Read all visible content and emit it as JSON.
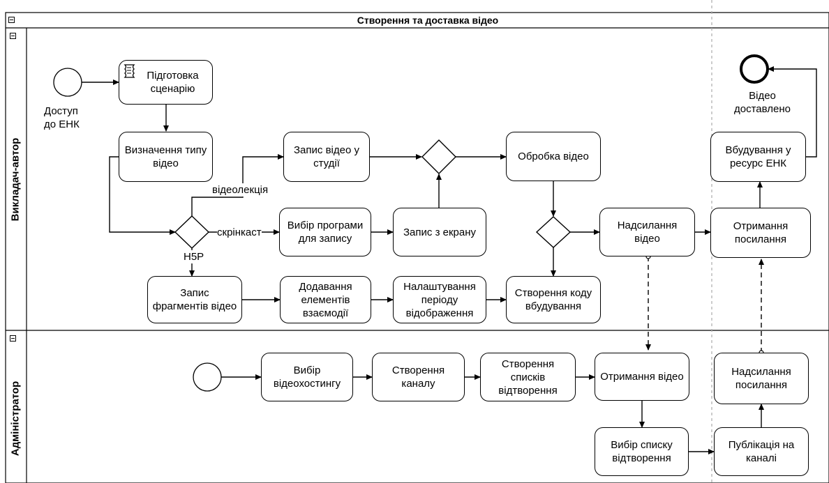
{
  "pool": {
    "title": "Створення та доставка відео",
    "lanes": [
      "Викладач-автор",
      "Адміністратор"
    ]
  },
  "events": {
    "start_teacher": "Доступ\nдо ЕНК",
    "end": "Відео\nдоставлено"
  },
  "tasks": {
    "prepare_script": "Підготовка\nсценарію",
    "define_type": "Визначення типу\nвідео",
    "record_studio": "Запис відео у\nстудії",
    "process_video": "Обробка відео",
    "embed_resource": "Вбудування у\nресурс ЕНК",
    "choose_program": "Вибір програми\nдля запису",
    "record_screen": "Запис з екрану",
    "send_video": "Надсилання\nвідео",
    "get_link": "Отримання\nпосилання",
    "record_fragments": "Запис\nфрагментів відео",
    "add_elements": "Додавання\nелементів\nвзаємодії",
    "display_period": "Налаштування\nперіоду\nвідображення",
    "embed_code": "Створення коду\nвбудування",
    "choose_hosting": "Вибір\nвідеохостингу",
    "create_channel": "Створення\nканалу",
    "create_playlists": "Створення\nсписків\nвідтворення",
    "receive_video": "Отримання відео",
    "send_link": "Надсилання\nпосилання",
    "choose_playlist": "Вибір списку\nвідтворення",
    "publish_channel": "Публікація на\nканалі"
  },
  "flow_labels": {
    "lecture": "відеолекція",
    "screencast": "скрінкаст",
    "h5p": "H5P"
  }
}
